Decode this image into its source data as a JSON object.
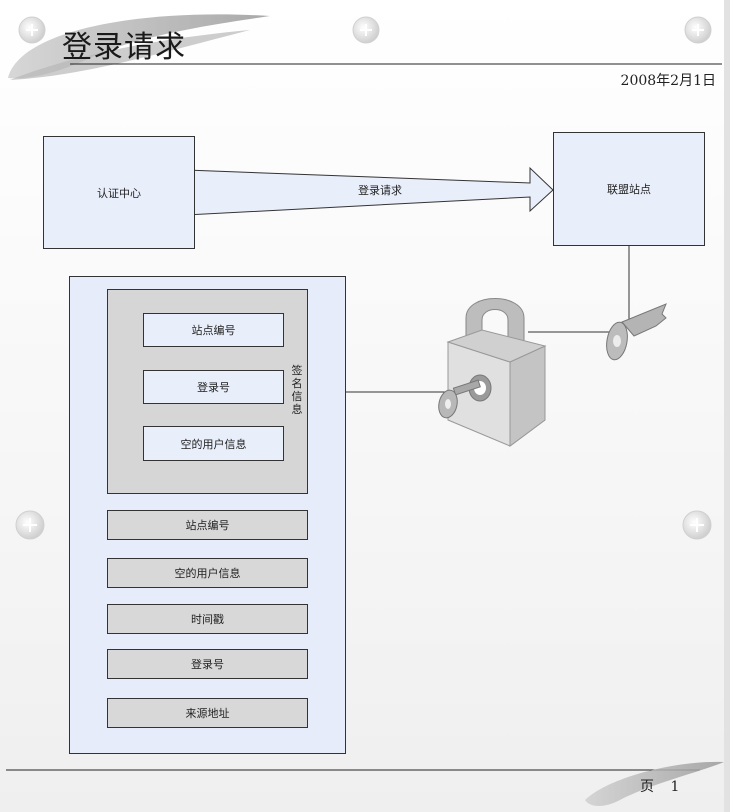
{
  "header": {
    "title": "登录请求",
    "date": "2008年2月1日"
  },
  "diagram": {
    "auth_center": "认证中心",
    "arrow_label": "登录请求",
    "partner_site": "联盟站点",
    "signed_items": [
      "站点编号",
      "登录号",
      "空的用户信息"
    ],
    "signature_label": "签名信息",
    "plain_items": [
      "站点编号",
      "空的用户信息",
      "时间戳",
      "登录号",
      "来源地址"
    ]
  },
  "footer": {
    "page_label": "页 1"
  },
  "colors": {
    "box_fill": "#e8eefa",
    "gray_fill": "#d6d6d6",
    "stroke": "#333333"
  }
}
